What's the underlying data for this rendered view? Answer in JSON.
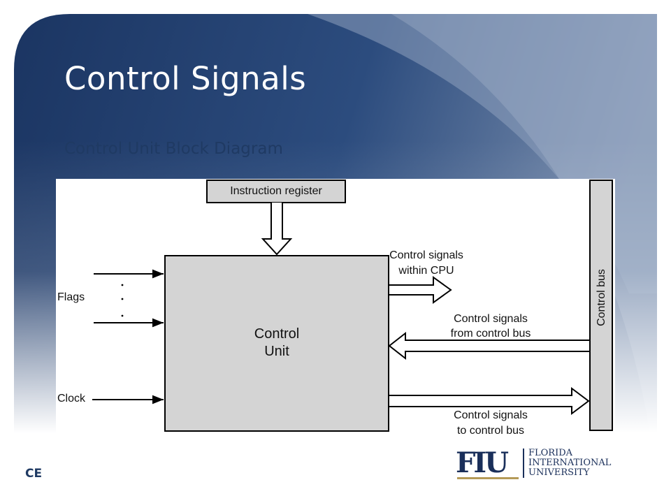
{
  "slide": {
    "title": "Control Signals",
    "subtitle": "Control Unit Block Diagram",
    "footer_label": "CE"
  },
  "logo": {
    "mark": "FIU",
    "name_lines": [
      "FLORIDA",
      "INTERNATIONAL",
      "UNIVERSITY"
    ]
  },
  "diagram": {
    "instruction_register": "Instruction register",
    "control_unit": [
      "Control",
      "Unit"
    ],
    "flags": "Flags",
    "clock": "Clock",
    "within_cpu": [
      "Control signals",
      "within CPU"
    ],
    "from_bus": [
      "Control signals",
      "from control bus"
    ],
    "to_bus": [
      "Control signals",
      "to  control bus"
    ],
    "control_bus": "Control bus"
  },
  "colors": {
    "title_band": "#1f3a63",
    "box_fill": "#d4d4d4",
    "line": "#000000",
    "logo_navy": "#1a2f5a",
    "logo_gold": "#b59a57"
  }
}
